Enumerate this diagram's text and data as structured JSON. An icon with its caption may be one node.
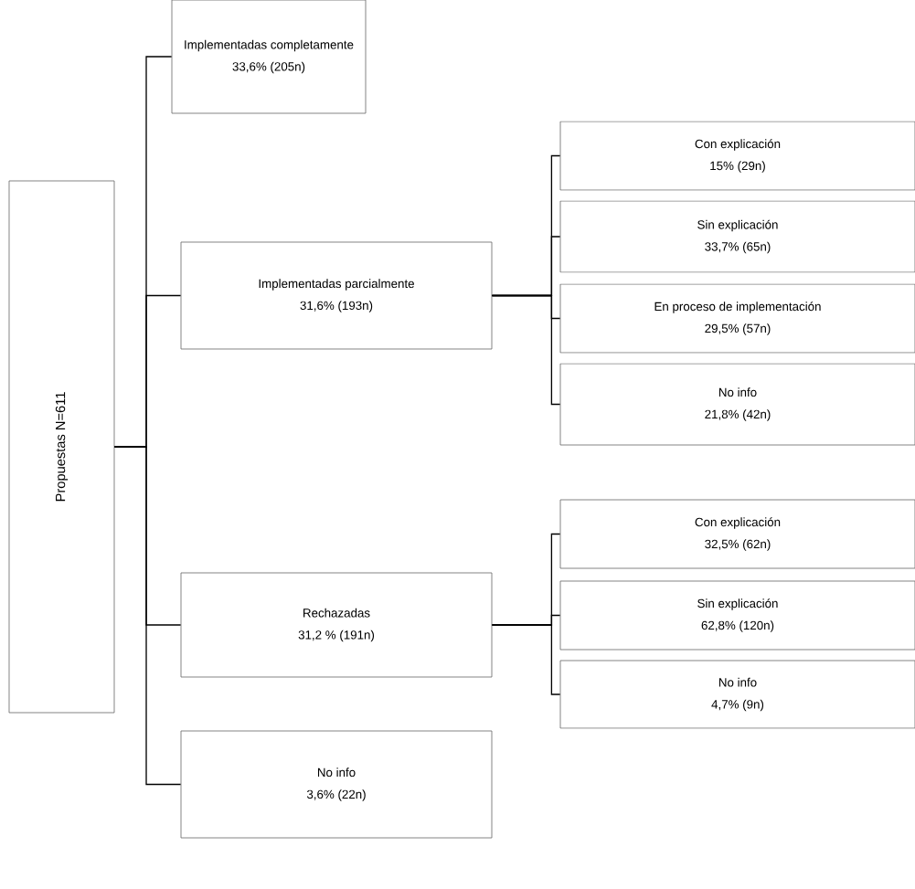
{
  "diagram": {
    "nodes": [
      {
        "text": [
          "Propuestas N=611"
        ]
      },
      {
        "text": [
          "Implementadas completamente",
          "33,6% (205n)"
        ]
      },
      {
        "text": [
          "Implementadas parcialmente",
          "31,6% (193n)"
        ]
      },
      {
        "text": [
          "Con explicación",
          "15% (29n)"
        ]
      },
      {
        "text": [
          "Sin explicación",
          "33,7% (65n)"
        ]
      },
      {
        "text": [
          "En proceso de implementación",
          "29,5% (57n)"
        ]
      },
      {
        "text": [
          "No info",
          "21,8% (42n)"
        ]
      },
      {
        "text": [
          "Rechazadas",
          "31,2 % (191n)"
        ]
      },
      {
        "text": [
          "Con explicación",
          "32,5% (62n)"
        ]
      },
      {
        "text": [
          "Sin explicación",
          "62,8% (120n)"
        ]
      },
      {
        "text": [
          "No info",
          "4,7% (9n)"
        ]
      },
      {
        "text": [
          "No info",
          "3,6% (22n)"
        ]
      }
    ],
    "edges": [
      {
        "from": 0,
        "to": 1,
        "arrow": "none"
      },
      {
        "from": 0,
        "to": 2,
        "arrow": "none"
      },
      {
        "from": 0,
        "to": 7,
        "arrow": "none"
      },
      {
        "from": 0,
        "to": 11,
        "arrow": "none"
      },
      {
        "from": 2,
        "to": 3,
        "arrow": "none"
      },
      {
        "from": 2,
        "to": 4,
        "arrow": "none"
      },
      {
        "from": 2,
        "to": 5,
        "arrow": "none"
      },
      {
        "from": 2,
        "to": 6,
        "arrow": "none"
      },
      {
        "from": 7,
        "to": 8,
        "arrow": "none"
      },
      {
        "from": 7,
        "to": 9,
        "arrow": "none"
      },
      {
        "from": 7,
        "to": 10,
        "arrow": "none"
      }
    ]
  }
}
